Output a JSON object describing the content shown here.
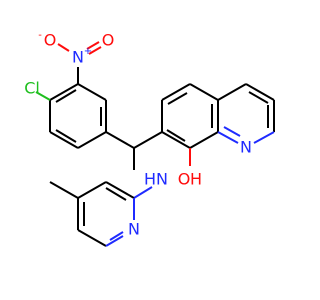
{
  "molecule": {
    "atoms": {
      "cl": {
        "label": "Cl",
        "color": "#1fbf1f"
      },
      "o_nitro_left": {
        "label": "O",
        "charge": "-",
        "color": "#ff0d0d"
      },
      "n_nitro": {
        "label": "N",
        "charge": "+",
        "color": "#1f2bff"
      },
      "o_nitro_right": {
        "label": "O",
        "color": "#ff0d0d"
      },
      "n_amine": {
        "label": "N",
        "hydrogen": "H",
        "color": "#1f2bff"
      },
      "n_pyridine": {
        "label": "N",
        "color": "#1f2bff"
      },
      "n_quinoline": {
        "label": "N",
        "color": "#1f2bff"
      },
      "o_hydroxyl": {
        "label": "O",
        "hydrogen": "H",
        "color": "#ff0d0d"
      }
    }
  }
}
